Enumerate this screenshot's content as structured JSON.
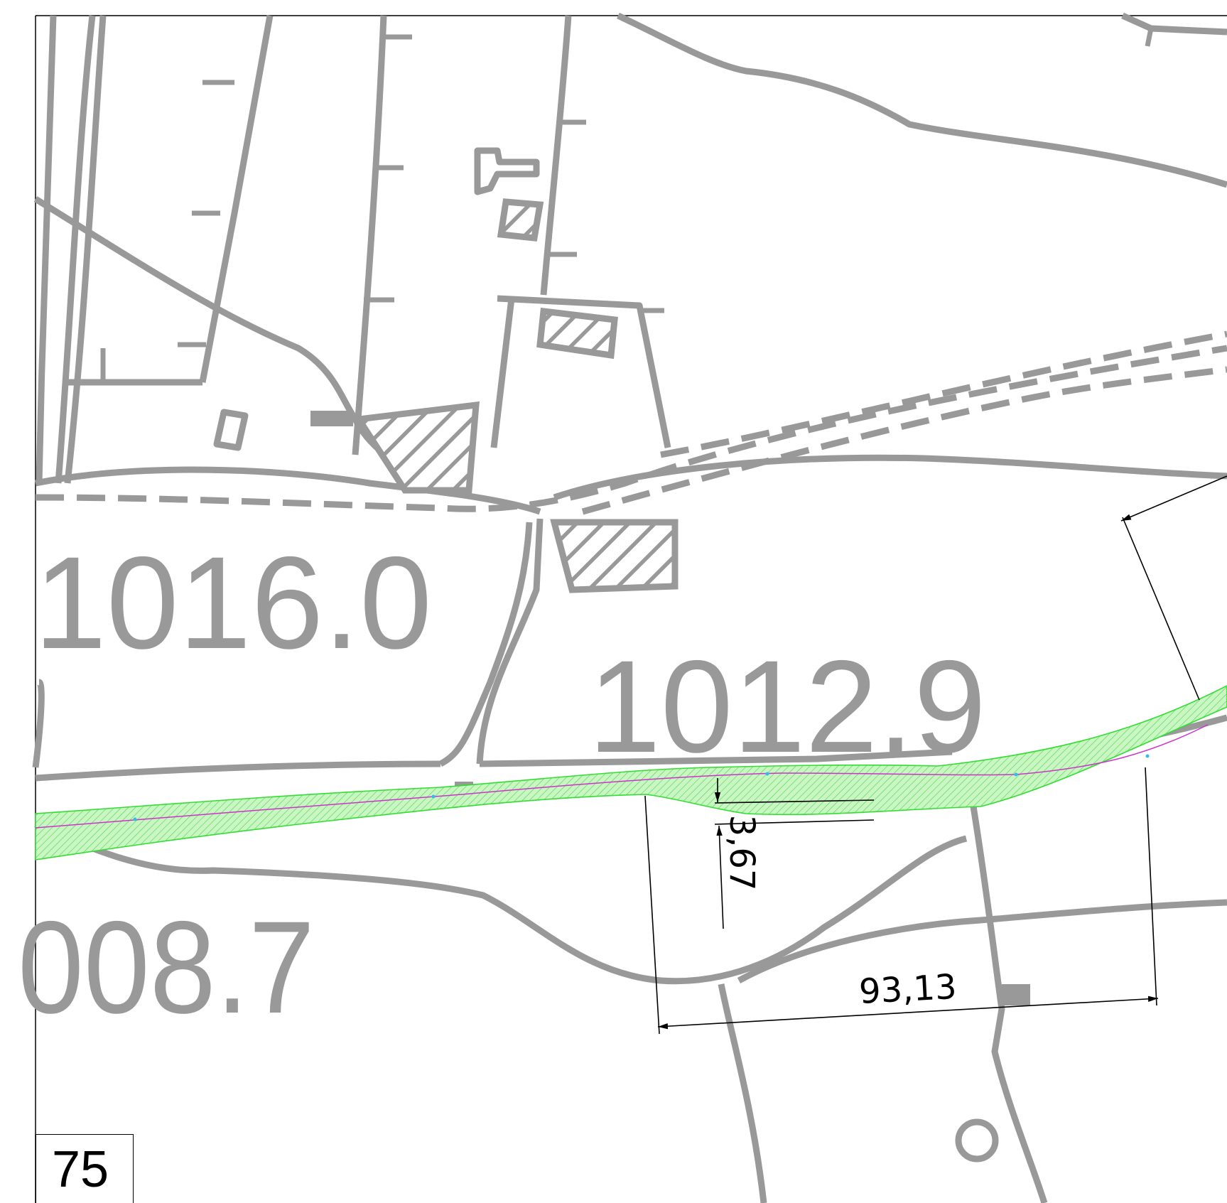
{
  "map": {
    "elevation_labels": [
      "1016.0",
      "1012.9",
      "008.7"
    ],
    "dimensions": {
      "width_label": "3,67",
      "length_label": "93,13"
    },
    "sheet_number": "75",
    "colors": {
      "cadastral_lines": "#999999",
      "road_corridor_fill": "#c8f5c0",
      "road_corridor_edge": "#33dd33",
      "centerline": "#cc33cc",
      "dimension_lines": "#000000"
    }
  }
}
